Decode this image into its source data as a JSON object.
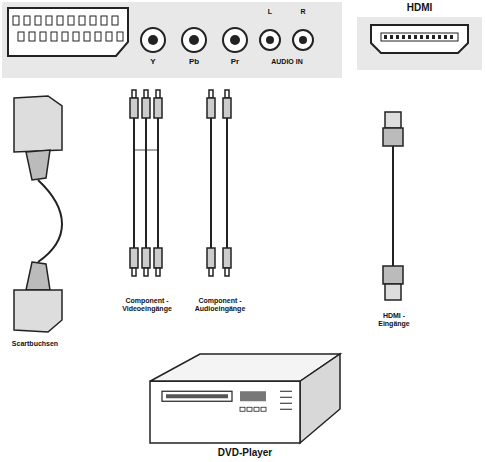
{
  "diagram": {
    "nodes": [
      {
        "text": [
          "HDMI"
        ]
      },
      {
        "text": [
          "DVD-Player"
        ]
      }
    ],
    "labels": [
      "Y",
      "Pb",
      "Pr",
      "L",
      "R",
      "AUDIO IN",
      "Scartbuchsen",
      "Component -Videoeingänge",
      "Component -Audioeingänge",
      "HDMI -Eingänge"
    ]
  }
}
